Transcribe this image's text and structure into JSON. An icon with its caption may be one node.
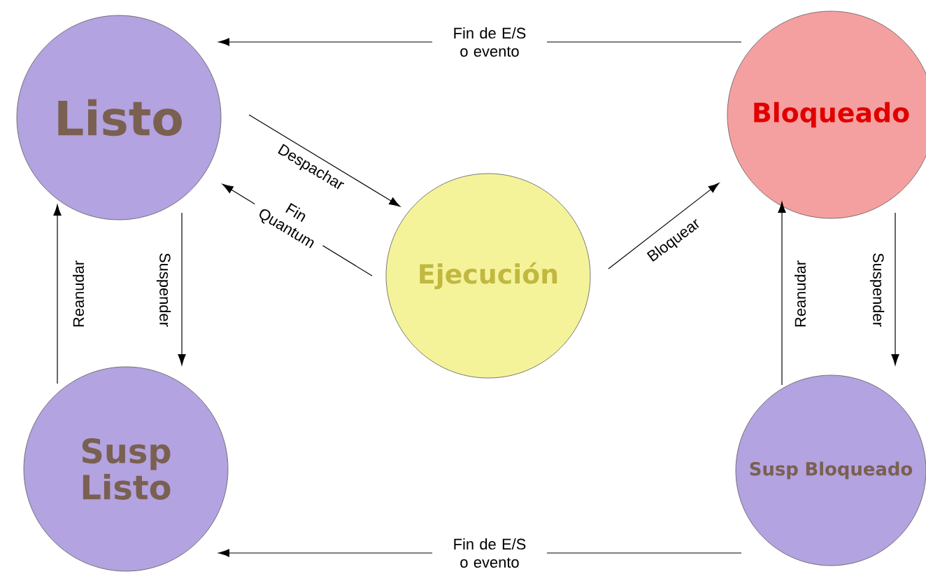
{
  "diagram": {
    "nodes": [
      {
        "text": [
          "Listo"
        ]
      },
      {
        "text": [
          "Bloqueado"
        ]
      },
      {
        "text": [
          "Ejecución"
        ]
      },
      {
        "text": [
          "Susp Listo"
        ]
      },
      {
        "text": [
          "Susp Bloqueado"
        ]
      }
    ],
    "edges": [
      {
        "from": 1,
        "to": 0,
        "arrow": "to",
        "label": "Fin de E/S o evento"
      },
      {
        "from": 0,
        "to": 2,
        "arrow": "to",
        "label": "Despachar"
      },
      {
        "from": 2,
        "to": 0,
        "arrow": "to",
        "label": "Fin Quantum"
      },
      {
        "from": 2,
        "to": 1,
        "arrow": "to",
        "label": "Bloquear"
      },
      {
        "from": 3,
        "to": 0,
        "arrow": "to",
        "label": "Reanudar"
      },
      {
        "from": 0,
        "to": 3,
        "arrow": "to",
        "label": "Suspender"
      },
      {
        "from": 4,
        "to": 1,
        "arrow": "to",
        "label": "Reanudar"
      },
      {
        "from": 1,
        "to": 4,
        "arrow": "to",
        "label": "Suspender"
      },
      {
        "from": 4,
        "to": 3,
        "arrow": "to",
        "label": "Fin de E/S o evento"
      }
    ]
  }
}
